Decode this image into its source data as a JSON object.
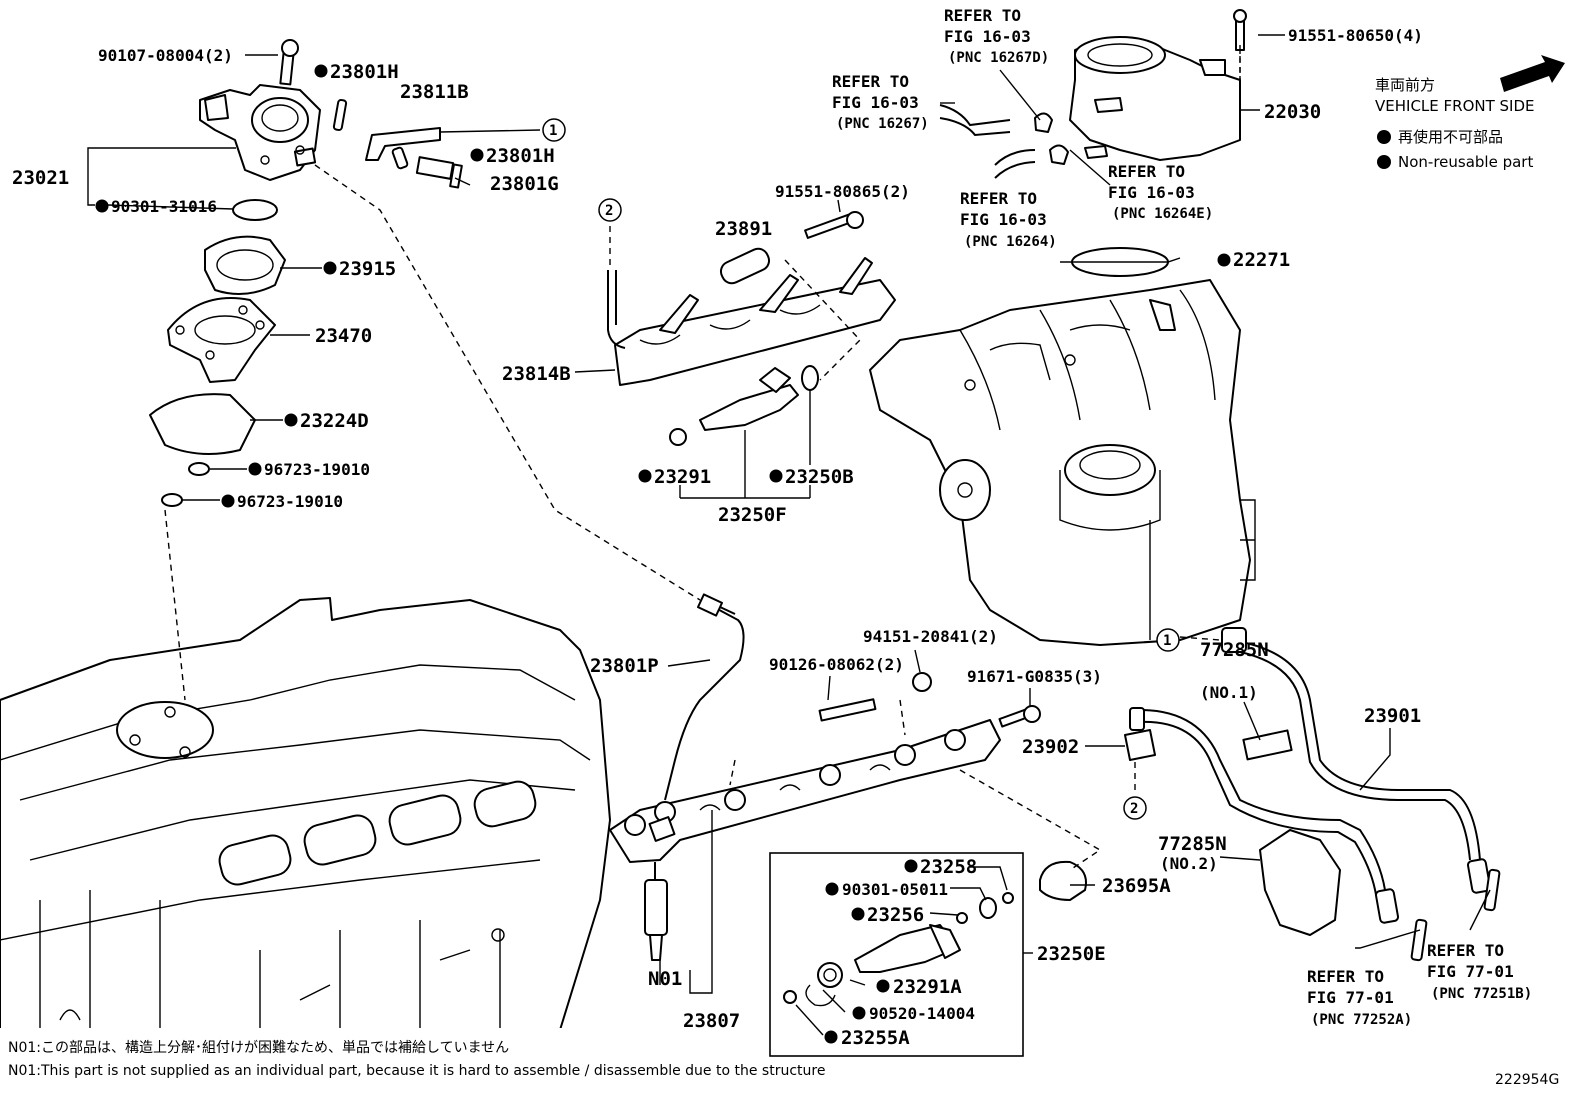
{
  "legend": {
    "front_jp": "車両前方",
    "front_en": "VEHICLE FRONT SIDE",
    "nonreuse_jp": "再使用不可部品",
    "nonreuse_en": "Non-reusable part"
  },
  "notes": {
    "n01_jp": "N01:この部品は、構造上分解･組付けが困難なため、単品では補給していません",
    "n01_en": "N01:This part is not supplied as an individual part, because it is hard to assemble / disassemble due to the structure"
  },
  "figure_id": "222954G",
  "refs": {
    "r1": {
      "l1": "REFER TO",
      "l2": "FIG 16-03",
      "l3": "(PNC 16267D)"
    },
    "r2": {
      "l1": "REFER TO",
      "l2": "FIG 16-03",
      "l3": "(PNC 16267)"
    },
    "r3": {
      "l1": "REFER TO",
      "l2": "FIG 16-03",
      "l3": "(PNC 16264E)"
    },
    "r4": {
      "l1": "REFER TO",
      "l2": "FIG 16-03",
      "l3": "(PNC 16264)"
    },
    "r5": {
      "l1": "REFER TO",
      "l2": "FIG 77-01",
      "l3": "(PNC 77252A)"
    },
    "r6": {
      "l1": "REFER TO",
      "l2": "FIG 77-01",
      "l3": "(PNC 77251B)"
    }
  },
  "markers": {
    "m1": "1",
    "m2": "2"
  },
  "parts": {
    "p90107": "90107-08004(2)",
    "p23801H_a": "23801H",
    "p23811B": "23811B",
    "p23801H_b": "23801H",
    "p23801G": "23801G",
    "p23021": "23021",
    "p90301_31016": "90301-31016",
    "p23915": "23915",
    "p23470": "23470",
    "p23224D": "23224D",
    "p96723_a": "96723-19010",
    "p96723_b": "96723-19010",
    "p91551_80650": "91551-80650(4)",
    "p22030": "22030",
    "p91551_80865": "91551-80865(2)",
    "p23891": "23891",
    "p22271": "22271",
    "p23814B": "23814B",
    "p23291": "23291",
    "p23250B": "23250B",
    "p23250F": "23250F",
    "p94151": "94151-20841(2)",
    "p90126": "90126-08062(2)",
    "p91671": "91671-G0835(3)",
    "p23801P": "23801P",
    "p77285N_1": "77285N",
    "p77285N_1_sub": "(NO.1)",
    "p23901": "23901",
    "p23902": "23902",
    "p77285N_2": "77285N",
    "p77285N_2_sub": "(NO.2)",
    "p23258": "23258",
    "p90301_05011": "90301-05011",
    "p23256": "23256",
    "p23695A": "23695A",
    "p23250E": "23250E",
    "p23291A": "23291A",
    "p90520": "90520-14004",
    "p23255A": "23255A",
    "pN01": "N01",
    "p23807": "23807"
  }
}
